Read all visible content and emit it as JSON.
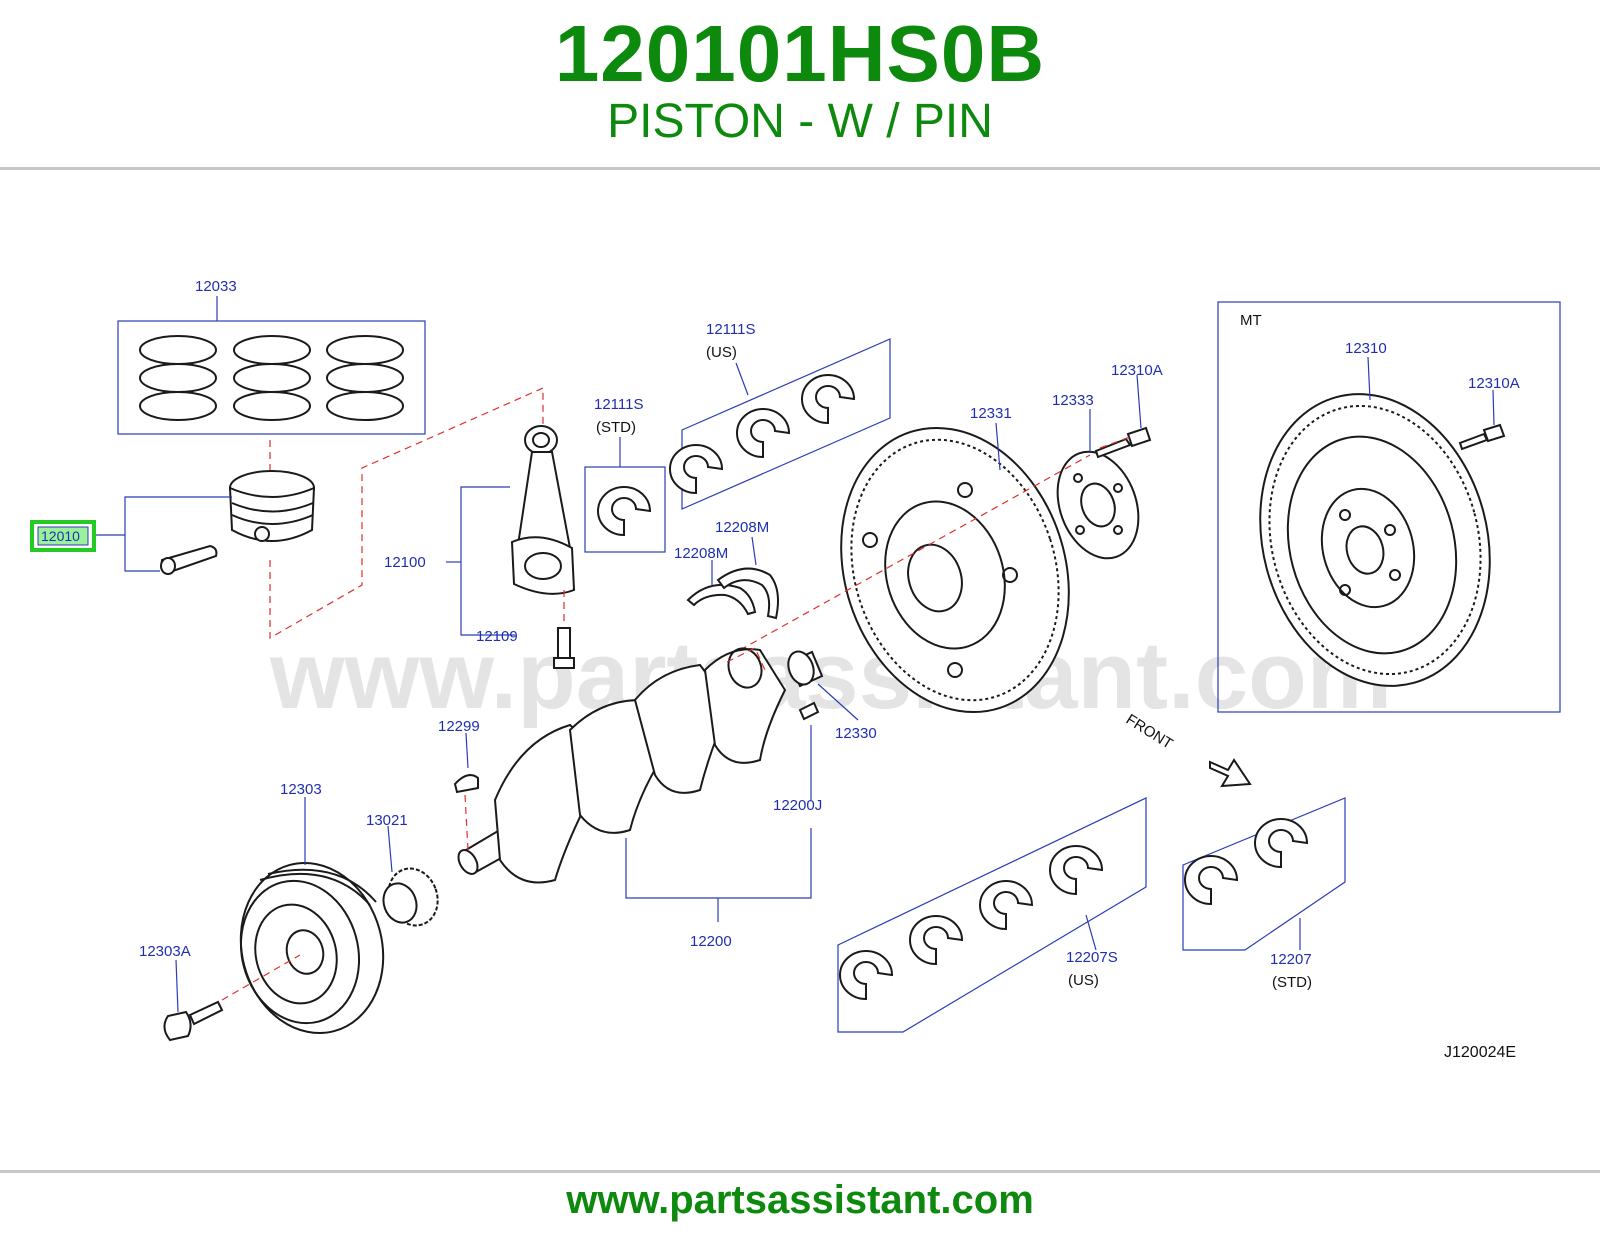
{
  "header": {
    "part_number": "120101HS0B",
    "description": "PISTON - W / PIN"
  },
  "diagram": {
    "watermark": "www.partsassistant.com",
    "drawing_code": "J120024E",
    "front_label": "FRONT",
    "mt_label": "MT",
    "highlighted_part": "12010",
    "labels": {
      "l12033": "12033",
      "l12010": "12010",
      "l12111s_us": "12111S",
      "us_a": "(US)",
      "l12111s_std": "12111S",
      "std_a": "(STD)",
      "l12100": "12100",
      "l12109": "12109",
      "l12208m_a": "12208M",
      "l12208m_b": "12208M",
      "l12331": "12331",
      "l12333": "12333",
      "l12310a_a": "12310A",
      "l12310": "12310",
      "l12310a_b": "12310A",
      "l12330": "12330",
      "l12299": "12299",
      "l12303": "12303",
      "l13021": "13021",
      "l12200j": "12200J",
      "l12200": "12200",
      "l12303a": "12303A",
      "l12207s": "12207S",
      "us_b": "(US)",
      "l12207": "12207",
      "std_b": "(STD)"
    }
  },
  "footer": {
    "url": "www.partsassistant.com"
  },
  "colors": {
    "brand_green": "#0d8a0d",
    "label_blue": "#1f2fb0",
    "dash_red": "#e0302a",
    "highlight_green": "#22cc22"
  }
}
